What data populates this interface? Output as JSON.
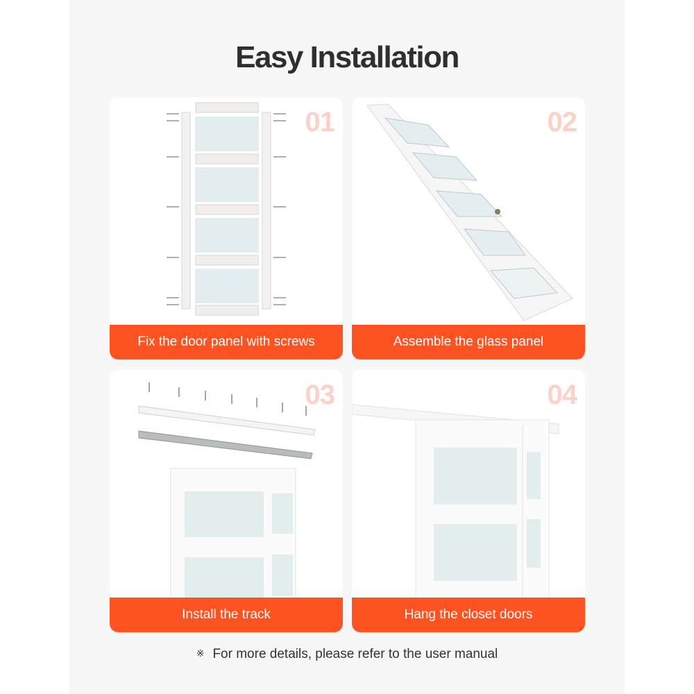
{
  "title": "Easy Installation",
  "steps": [
    {
      "number": "01",
      "label": "Fix the door panel with screws",
      "illustration": "exploded-door-frame-with-screws"
    },
    {
      "number": "02",
      "label": "Assemble the glass panel",
      "illustration": "tilted-glass-door-panel"
    },
    {
      "number": "03",
      "label": "Install the track",
      "illustration": "track-rail-and-door-with-screws"
    },
    {
      "number": "04",
      "label": "Hang the closet doors",
      "illustration": "door-hanging-from-track"
    }
  ],
  "footer": {
    "mark": "※",
    "note": "For more details, please refer to the user manual"
  },
  "colors": {
    "accent": "#fd5322",
    "number": "#fcd1c8",
    "title": "#2f2f2f",
    "background": "#f7f7f7"
  }
}
